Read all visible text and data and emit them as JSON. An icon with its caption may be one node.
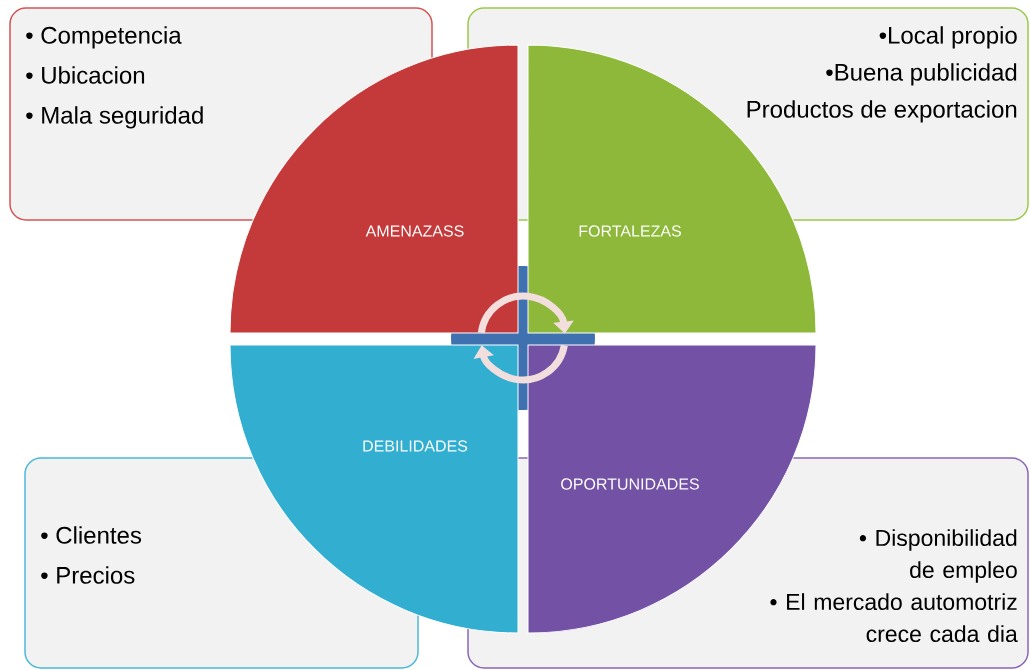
{
  "diagram": {
    "nodes": [
      {
        "text": [
          "• Competencia",
          "• Ubicacion",
          "• Mala seguridad"
        ]
      },
      {
        "text": [
          "•Local propio",
          "•Buena publicidad",
          "Productos de exportacion"
        ]
      },
      {
        "text": [
          "AMENAZASS"
        ]
      },
      {
        "text": [
          "FORTALEZAS"
        ]
      },
      {
        "text": [
          "DEBILIDADES"
        ]
      },
      {
        "text": [
          "OPORTUNIDADES"
        ]
      },
      {
        "text": [
          "• Clientes",
          "• Precios"
        ]
      },
      {
        "text": [
          "• Disponibilidad de empleo",
          "• El mercado automotriz crece cada dia"
        ]
      }
    ],
    "edges": [
      {
        "from": 2,
        "to": 3,
        "arrow": "to"
      },
      {
        "from": 5,
        "to": 4,
        "arrow": "to"
      }
    ]
  }
}
